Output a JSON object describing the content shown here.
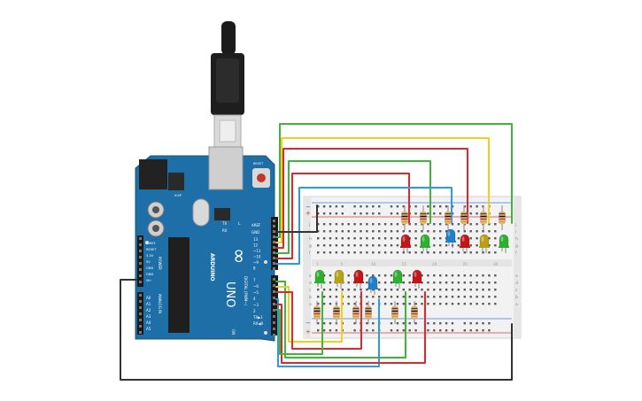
{
  "board": {
    "brand": "ARDUINO",
    "model": "UNO",
    "digital_header_label": "DIGITAL (PWM~)",
    "analog_header_label": "ANALOG IN",
    "power_header_label": "POWER",
    "aref": "AREF",
    "gnd": "GND",
    "pin_labels": [
      "13",
      "12",
      "~11",
      "~10",
      "~9",
      "8",
      "7",
      "~6",
      "~5",
      "4",
      "~3",
      "2",
      "TX▶1",
      "RX◀0"
    ],
    "power_pins": [
      "IOREF",
      "RESET",
      "3.3V",
      "5V",
      "GND",
      "GND",
      "Vin"
    ],
    "analog_pins": [
      "A0",
      "A1",
      "A2",
      "A3",
      "A4",
      "A5"
    ],
    "tx": "TX",
    "rx": "RX",
    "l_label": "L",
    "on_label": "ON",
    "reset_label": "RESET",
    "icsp_label": "ICSP"
  },
  "breadboard": {
    "row_letters_top": [
      "j",
      "i",
      "h",
      "g",
      "f"
    ],
    "row_letters_bottom": [
      "e",
      "d",
      "c",
      "b",
      "a"
    ],
    "columns": [
      "1",
      "5",
      "10",
      "15",
      "20",
      "25",
      "30"
    ]
  },
  "leds": {
    "top": [
      {
        "color": "#c0171b",
        "label": "red"
      },
      {
        "color": "#2db02d",
        "label": "green"
      },
      {
        "color": "#1f7fc9",
        "label": "blue"
      },
      {
        "color": "#c0171b",
        "label": "red"
      },
      {
        "color": "#b8a114",
        "label": "yellow"
      },
      {
        "color": "#2db02d",
        "label": "green"
      }
    ],
    "bottom": [
      {
        "color": "#2db02d",
        "label": "green"
      },
      {
        "color": "#b8a114",
        "label": "yellow"
      },
      {
        "color": "#c0171b",
        "label": "red"
      },
      {
        "color": "#1f7fc9",
        "label": "blue"
      },
      {
        "color": "#2db02d",
        "label": "green"
      },
      {
        "color": "#c0171b",
        "label": "red"
      }
    ]
  },
  "wire_colors": {
    "red": "#e3262b",
    "green": "#3fb53a",
    "yellow": "#f2cf1a",
    "blue": "#2b9ce0",
    "black": "#333333"
  }
}
